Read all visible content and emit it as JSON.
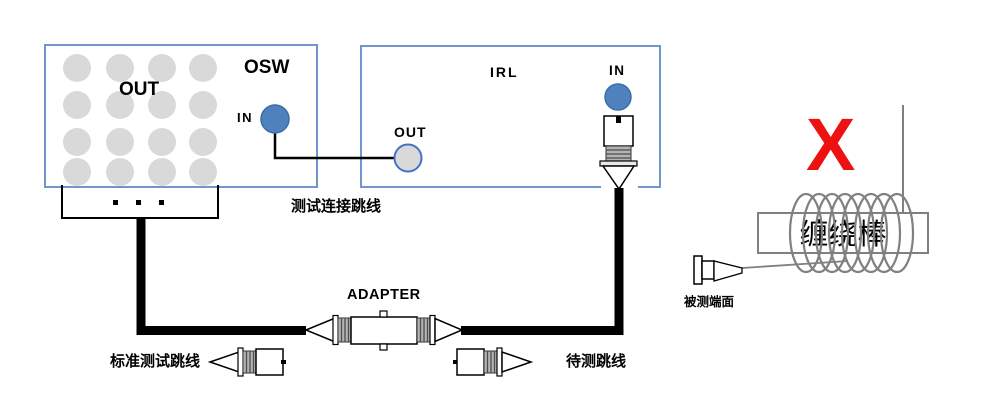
{
  "diagram": {
    "osw": {
      "title": "OSW",
      "out_label": "OUT",
      "in_label": "IN"
    },
    "irl": {
      "title": "IRL",
      "out_label": "OUT",
      "in_label": "IN"
    },
    "labels": {
      "test_connection_jumper": "测试连接跳线",
      "adapter": "ADAPTER",
      "standard_test_jumper": "标准测试跳线",
      "jumper_under_test": "待测跳线",
      "winding_rod": "缠绕棒",
      "end_face_under_test": "被测端面"
    },
    "icons": {
      "error_mark": "X"
    },
    "colors": {
      "box_border_blue": "#7096cc",
      "port_blue": "#4f81bd",
      "port_gray": "#d9d9d9",
      "connector_gray": "#b3b3b3",
      "coil_gray": "#808080",
      "error_red": "#ee1111",
      "cable_black": "#000000"
    }
  }
}
